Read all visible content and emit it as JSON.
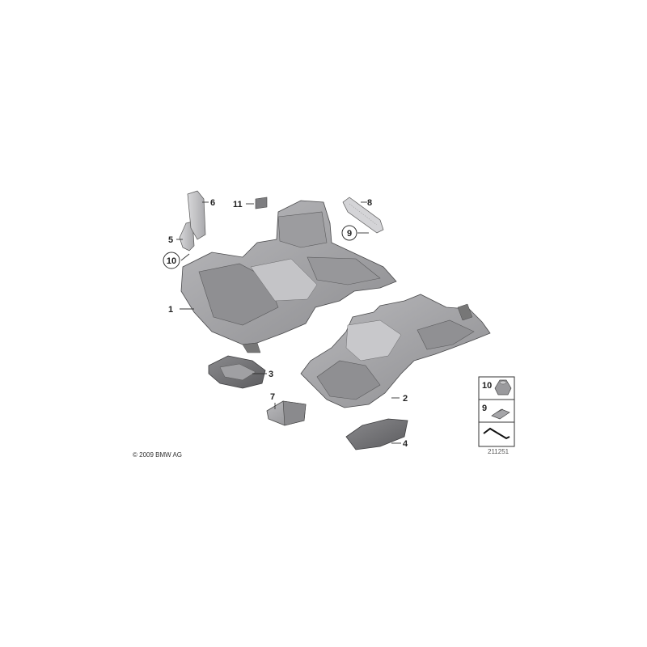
{
  "callouts": {
    "p1": "1",
    "p2": "2",
    "p3": "3",
    "p4": "4",
    "p5": "5",
    "p6": "6",
    "p7": "7",
    "p8": "8",
    "p9": "9",
    "p10": "10",
    "p11": "11"
  },
  "legend": {
    "item_a": "10",
    "item_b": "9"
  },
  "footer": {
    "copyright": "© 2009 BMW AG",
    "figure_number": "211251"
  },
  "colors": {
    "part_dark": "#6e6e70",
    "part_mid": "#a3a3a6",
    "part_light": "#c8c8cb",
    "line": "#333333"
  },
  "icons": [
    "nut-icon",
    "clip-icon",
    "cross-section-icon"
  ]
}
